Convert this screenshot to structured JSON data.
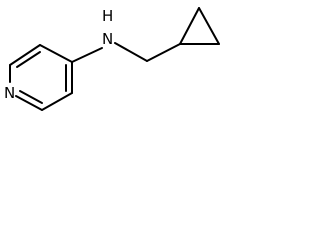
{
  "molecule": {
    "ring_nitrogen_label": "N",
    "amine_nh_label": "H",
    "amine_n_label": "N"
  },
  "colors": {
    "bond": "#000000",
    "background": "#ffffff"
  }
}
